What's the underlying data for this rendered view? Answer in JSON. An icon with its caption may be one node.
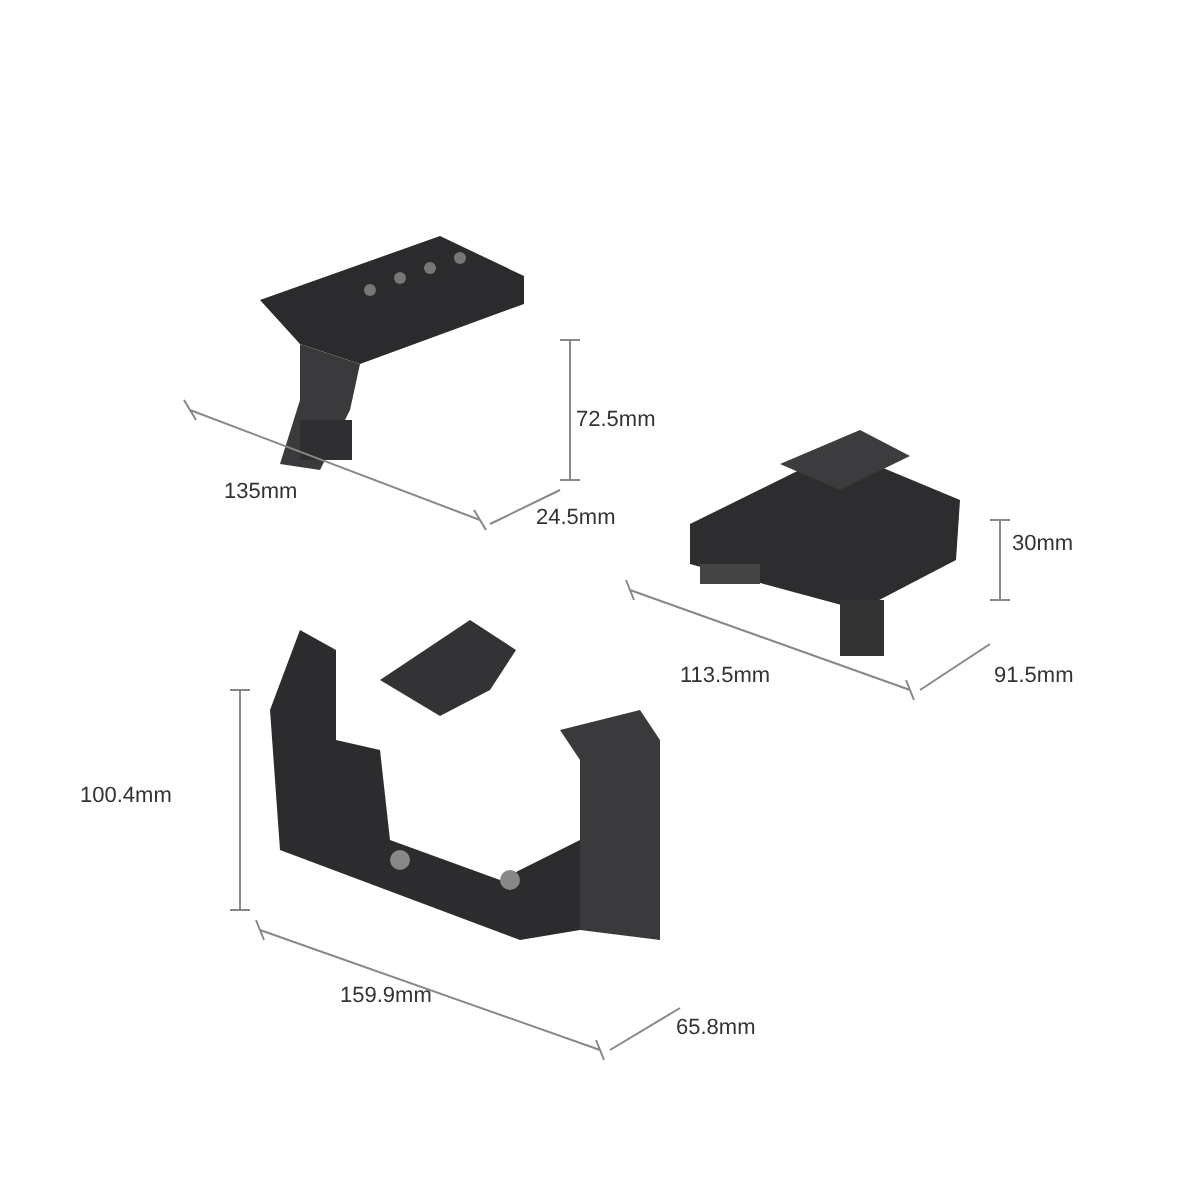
{
  "diagram": {
    "labels": [
      "72.5mm",
      "135mm",
      "24.5mm",
      "30mm",
      "113.5mm",
      "91.5mm",
      "100.4mm",
      "159.9mm",
      "65.8mm"
    ]
  }
}
